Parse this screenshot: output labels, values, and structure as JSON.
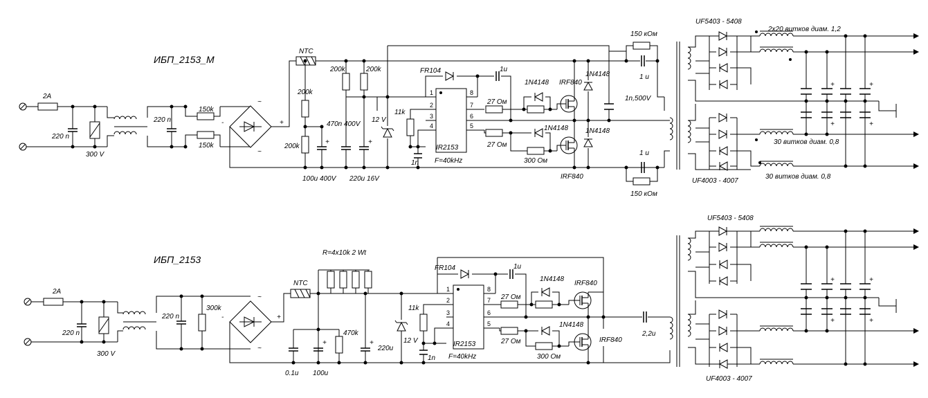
{
  "diagrams": [
    {
      "title": "ИБП_2153_М",
      "fuse": "2A",
      "cap_in": "220 n",
      "varistor": "300 V",
      "cap_filter": "220 n",
      "res_a": "150k",
      "res_b": "150k",
      "ntc": "NTC",
      "r_div_top": "200k",
      "r_div_bot": "200k",
      "r_drop1": "200k",
      "r_drop2": "200k",
      "cap_bulk": "100u 400V",
      "cap_470n": "470n 400V",
      "cap_220u": "220u 16V",
      "zener": "12 V",
      "r_rt": "11k",
      "c_ct": "1n",
      "diode_boot": "FR104",
      "c_boot": "1u",
      "ic": "IR2153",
      "freq": "F=40kHz",
      "pins": [
        "1",
        "2",
        "3",
        "4",
        "5",
        "6",
        "7",
        "8"
      ],
      "r_gate_hi": "27 Ом",
      "r_gate_lo": "27 Ом",
      "d_gate_hi": "1N4148",
      "d_gate_lo": "1N4148",
      "r_300": "300 Ом",
      "q_hi": "IRF840",
      "q_lo": "IRF840",
      "d_snub_hi": "1N4148",
      "d_snub_lo": "1N4148",
      "c_snub": "1n,500V",
      "r_snub_top": "150 кОм",
      "c_snub_top": "1 u",
      "c_snub_bot": "1 u",
      "r_snub_bot": "150 кОм",
      "diodes_top": "UF5403 - 5408",
      "choke_top": "2x20 витков диам. 1,2",
      "choke_mid": "30 витков диам. 0,8",
      "diodes_bot": "UF4003 - 4007",
      "choke_bot": "30 витков диам. 0,8",
      "plus": "+",
      "minus": "-",
      "tilde": "~"
    },
    {
      "title": "ИБП_2153",
      "fuse": "2A",
      "cap_in": "220 n",
      "varistor": "300 V",
      "cap_filter": "220 n",
      "res_bleed": "300k",
      "ntc": "NTC",
      "r_bank": "R=4x10k 2 Wt",
      "r_470k": "470k",
      "c_01u": "0.1u",
      "c_100u": "100u",
      "c_220u": "220u",
      "zener": "12 V",
      "r_rt": "11k",
      "c_ct": "1n",
      "diode_boot": "FR104",
      "c_boot": "1u",
      "ic": "IR2153",
      "freq": "F=40kHz",
      "pins": [
        "1",
        "2",
        "3",
        "4",
        "5",
        "6",
        "7",
        "8"
      ],
      "r_gate_hi": "27 Ом",
      "r_gate_lo": "27 Ом",
      "d_gate_hi": "1N4148",
      "d_gate_lo": "1N4148",
      "r_300": "300 Ом",
      "q_hi": "IRF840",
      "q_lo": "IRF840",
      "c_out": "2,2u",
      "diodes_top": "UF5403 - 5408",
      "diodes_bot": "UF4003 - 4007",
      "plus": "+",
      "minus": "-",
      "tilde": "~"
    }
  ]
}
